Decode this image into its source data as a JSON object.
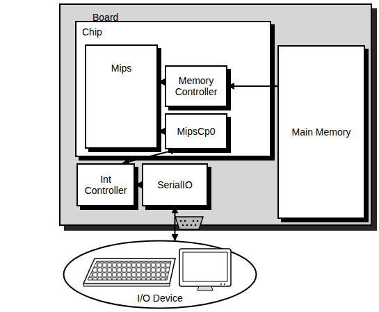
{
  "diagram": {
    "nodes": [
      {
        "text": [
          "Board"
        ]
      },
      {
        "text": [
          "Chip"
        ],
        "in": 0
      },
      {
        "text": [
          "Mips"
        ],
        "in": 1
      },
      {
        "text": [
          "Memory Controller"
        ],
        "in": 1
      },
      {
        "text": [
          "MipsCp0"
        ],
        "in": 1
      },
      {
        "text": [
          "Main Memory"
        ],
        "in": 0
      },
      {
        "text": [
          "Int Controller"
        ],
        "in": 0
      },
      {
        "text": [
          "SerialIO"
        ],
        "in": 0
      },
      {
        "text": [
          "I/O Device"
        ]
      }
    ],
    "edges": [
      {
        "from": 2,
        "to": 3,
        "arrow": "both"
      },
      {
        "from": 3,
        "to": 5,
        "arrow": "both"
      },
      {
        "from": 2,
        "to": 4,
        "arrow": "both"
      },
      {
        "from": 4,
        "to": 6,
        "arrow": "both"
      },
      {
        "from": 6,
        "to": 7,
        "arrow": "both"
      },
      {
        "from": 7,
        "to": 8,
        "arrow": "both"
      }
    ]
  }
}
